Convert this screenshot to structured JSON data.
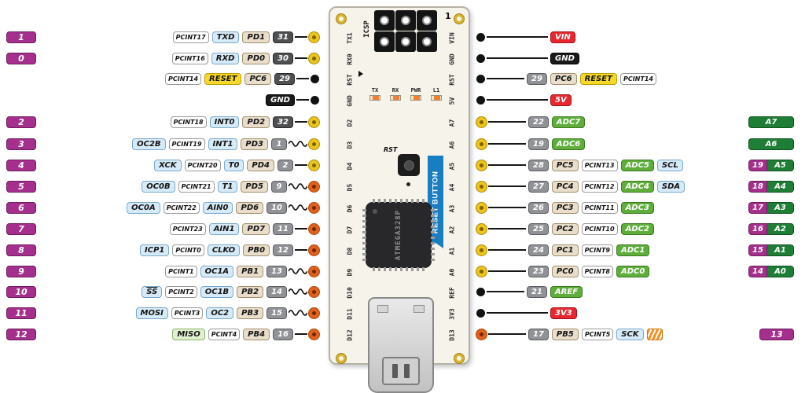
{
  "palette": {
    "digital_pin_magenta": "#a42f8c",
    "chip_pin_gray": "#909295",
    "chip_pin_dark": "#4f5052",
    "function_blue": "#d7eaf8",
    "port_tan": "#e9decb",
    "pcint_white": "#ffffff",
    "reset_yellow": "#f8d829",
    "ground_black": "#19191b",
    "power_red": "#e8272e",
    "adc_green": "#5fae3c",
    "analog_dark_green": "#1e7e36",
    "hole_yellow": "#edc41c",
    "hole_orange": "#e2601c",
    "ribbon_blue": "#187dc1"
  },
  "board": {
    "icsp_label": "ICSP",
    "icsp_pin1": "1",
    "left_edge_labels": [
      "TX1",
      "RX0",
      "RST",
      "GND",
      "D2",
      "D3",
      "D4",
      "D5",
      "D6",
      "D7",
      "D8",
      "D9",
      "D10",
      "D11",
      "D12"
    ],
    "right_edge_labels": [
      "VIN",
      "GND",
      "RST",
      "5V",
      "A7",
      "A6",
      "A5",
      "A4",
      "A3",
      "A2",
      "A1",
      "A0",
      "REF",
      "3V3",
      "D13"
    ],
    "status_labels": [
      "TX",
      "RX",
      "PWR",
      "L1"
    ],
    "rst_label": "RST",
    "reset_button_label": "RESET BUTTON",
    "chip_label": "ATMEGA328P"
  },
  "left_rows": [
    {
      "pin": "1",
      "badges": [
        {
          "t": "PCINT17",
          "c": "pcint"
        },
        {
          "t": "TXD",
          "c": "func"
        },
        {
          "t": "PD1",
          "c": "port"
        },
        {
          "t": "31",
          "c": "chip-dark"
        }
      ],
      "pwm": false,
      "dot": "yellow"
    },
    {
      "pin": "0",
      "badges": [
        {
          "t": "PCINT16",
          "c": "pcint"
        },
        {
          "t": "RXD",
          "c": "func"
        },
        {
          "t": "PD0",
          "c": "port"
        },
        {
          "t": "30",
          "c": "chip-dark"
        }
      ],
      "pwm": false,
      "dot": "yellow"
    },
    {
      "pin": null,
      "badges": [
        {
          "t": "PCINT14",
          "c": "pcint"
        },
        {
          "t": "RESET",
          "c": "reset"
        },
        {
          "t": "PC6",
          "c": "port"
        },
        {
          "t": "29",
          "c": "chip-dark"
        }
      ],
      "pwm": false,
      "dot": "black"
    },
    {
      "pin": null,
      "badges": [
        {
          "t": "GND",
          "c": "gnd"
        }
      ],
      "pwm": false,
      "dot": "black"
    },
    {
      "pin": "2",
      "badges": [
        {
          "t": "PCINT18",
          "c": "pcint"
        },
        {
          "t": "INT0",
          "c": "func"
        },
        {
          "t": "PD2",
          "c": "port"
        },
        {
          "t": "32",
          "c": "chip-dark"
        }
      ],
      "pwm": false,
      "dot": "yellow"
    },
    {
      "pin": "3",
      "badges": [
        {
          "t": "OC2B",
          "c": "func"
        },
        {
          "t": "PCINT19",
          "c": "pcint"
        },
        {
          "t": "INT1",
          "c": "func"
        },
        {
          "t": "PD3",
          "c": "port"
        },
        {
          "t": "1",
          "c": "chip"
        }
      ],
      "pwm": true,
      "dot": "yellow"
    },
    {
      "pin": "4",
      "badges": [
        {
          "t": "XCK",
          "c": "func"
        },
        {
          "t": "PCINT20",
          "c": "pcint"
        },
        {
          "t": "T0",
          "c": "func"
        },
        {
          "t": "PD4",
          "c": "port"
        },
        {
          "t": "2",
          "c": "chip"
        }
      ],
      "pwm": false,
      "dot": "yellow"
    },
    {
      "pin": "5",
      "badges": [
        {
          "t": "OC0B",
          "c": "func"
        },
        {
          "t": "PCINT21",
          "c": "pcint"
        },
        {
          "t": "T1",
          "c": "func"
        },
        {
          "t": "PD5",
          "c": "port"
        },
        {
          "t": "9",
          "c": "chip"
        }
      ],
      "pwm": true,
      "dot": "orange"
    },
    {
      "pin": "6",
      "badges": [
        {
          "t": "OC0A",
          "c": "func"
        },
        {
          "t": "PCINT22",
          "c": "pcint"
        },
        {
          "t": "AIN0",
          "c": "func"
        },
        {
          "t": "PD6",
          "c": "port"
        },
        {
          "t": "10",
          "c": "chip"
        }
      ],
      "pwm": true,
      "dot": "orange"
    },
    {
      "pin": "7",
      "badges": [
        {
          "t": "PCINT23",
          "c": "pcint"
        },
        {
          "t": "AIN1",
          "c": "func"
        },
        {
          "t": "PD7",
          "c": "port"
        },
        {
          "t": "11",
          "c": "chip"
        }
      ],
      "pwm": false,
      "dot": "orange"
    },
    {
      "pin": "8",
      "badges": [
        {
          "t": "ICP1",
          "c": "func"
        },
        {
          "t": "PCINT0",
          "c": "pcint"
        },
        {
          "t": "CLKO",
          "c": "func"
        },
        {
          "t": "PB0",
          "c": "port"
        },
        {
          "t": "12",
          "c": "chip"
        }
      ],
      "pwm": false,
      "dot": "orange"
    },
    {
      "pin": "9",
      "badges": [
        {
          "t": "PCINT1",
          "c": "pcint"
        },
        {
          "t": "OC1A",
          "c": "func"
        },
        {
          "t": "PB1",
          "c": "port"
        },
        {
          "t": "13",
          "c": "chip"
        }
      ],
      "pwm": true,
      "dot": "orange"
    },
    {
      "pin": "10",
      "badges": [
        {
          "t": "SS",
          "c": "func-ol"
        },
        {
          "t": "PCINT2",
          "c": "pcint"
        },
        {
          "t": "OC1B",
          "c": "func"
        },
        {
          "t": "PB2",
          "c": "port"
        },
        {
          "t": "14",
          "c": "chip"
        }
      ],
      "pwm": true,
      "dot": "orange"
    },
    {
      "pin": "11",
      "badges": [
        {
          "t": "MOSI",
          "c": "func"
        },
        {
          "t": "PCINT3",
          "c": "pcint"
        },
        {
          "t": "OC2",
          "c": "func"
        },
        {
          "t": "PB3",
          "c": "port"
        },
        {
          "t": "15",
          "c": "chip"
        }
      ],
      "pwm": true,
      "dot": "orange"
    },
    {
      "pin": "12",
      "badges": [
        {
          "t": "MISO",
          "c": "func-green"
        },
        {
          "t": "PCINT4",
          "c": "pcint"
        },
        {
          "t": "PB4",
          "c": "port"
        },
        {
          "t": "16",
          "c": "chip"
        }
      ],
      "pwm": false,
      "dot": "orange"
    }
  ],
  "right_rows": [
    {
      "dot": "black",
      "long": true,
      "badges": [
        {
          "t": "VIN",
          "c": "power"
        }
      ],
      "far": null
    },
    {
      "dot": "black",
      "long": true,
      "badges": [
        {
          "t": "GND",
          "c": "gnd"
        }
      ],
      "far": null
    },
    {
      "dot": "black",
      "long": false,
      "badges": [
        {
          "t": "29",
          "c": "chip"
        },
        {
          "t": "PC6",
          "c": "port"
        },
        {
          "t": "RESET",
          "c": "reset"
        },
        {
          "t": "PCINT14",
          "c": "pcint"
        }
      ],
      "far": null
    },
    {
      "dot": "black",
      "long": true,
      "badges": [
        {
          "t": "5V",
          "c": "power"
        }
      ],
      "far": null
    },
    {
      "dot": "yellow",
      "long": false,
      "badges": [
        {
          "t": "22",
          "c": "chip"
        },
        {
          "t": "ADC7",
          "c": "adc"
        }
      ],
      "far": {
        "type": "analog",
        "label": "A7"
      }
    },
    {
      "dot": "yellow",
      "long": false,
      "badges": [
        {
          "t": "19",
          "c": "chip"
        },
        {
          "t": "ADC6",
          "c": "adc"
        }
      ],
      "far": {
        "type": "analog",
        "label": "A6"
      }
    },
    {
      "dot": "yellow",
      "long": false,
      "badges": [
        {
          "t": "28",
          "c": "chip"
        },
        {
          "t": "PC5",
          "c": "port"
        },
        {
          "t": "PCINT13",
          "c": "pcint"
        },
        {
          "t": "ADC5",
          "c": "adc"
        },
        {
          "t": "SCL",
          "c": "func"
        }
      ],
      "far": {
        "type": "split",
        "num": "19",
        "label": "A5"
      }
    },
    {
      "dot": "yellow",
      "long": false,
      "badges": [
        {
          "t": "27",
          "c": "chip"
        },
        {
          "t": "PC4",
          "c": "port"
        },
        {
          "t": "PCINT12",
          "c": "pcint"
        },
        {
          "t": "ADC4",
          "c": "adc"
        },
        {
          "t": "SDA",
          "c": "func"
        }
      ],
      "far": {
        "type": "split",
        "num": "18",
        "label": "A4"
      }
    },
    {
      "dot": "yellow",
      "long": false,
      "badges": [
        {
          "t": "26",
          "c": "chip"
        },
        {
          "t": "PC3",
          "c": "port"
        },
        {
          "t": "PCINT11",
          "c": "pcint"
        },
        {
          "t": "ADC3",
          "c": "adc"
        }
      ],
      "far": {
        "type": "split",
        "num": "17",
        "label": "A3"
      }
    },
    {
      "dot": "yellow",
      "long": false,
      "badges": [
        {
          "t": "25",
          "c": "chip"
        },
        {
          "t": "PC2",
          "c": "port"
        },
        {
          "t": "PCINT10",
          "c": "pcint"
        },
        {
          "t": "ADC2",
          "c": "adc"
        }
      ],
      "far": {
        "type": "split",
        "num": "16",
        "label": "A2"
      }
    },
    {
      "dot": "yellow",
      "long": false,
      "badges": [
        {
          "t": "24",
          "c": "chip"
        },
        {
          "t": "PC1",
          "c": "port"
        },
        {
          "t": "PCINT9",
          "c": "pcint"
        },
        {
          "t": "ADC1",
          "c": "adc"
        }
      ],
      "far": {
        "type": "split",
        "num": "15",
        "label": "A1"
      }
    },
    {
      "dot": "yellow",
      "long": false,
      "badges": [
        {
          "t": "23",
          "c": "chip"
        },
        {
          "t": "PC0",
          "c": "port"
        },
        {
          "t": "PCINT8",
          "c": "pcint"
        },
        {
          "t": "ADC0",
          "c": "adc"
        }
      ],
      "far": {
        "type": "split",
        "num": "14",
        "label": "A0"
      }
    },
    {
      "dot": "black",
      "long": false,
      "badges": [
        {
          "t": "21",
          "c": "chip"
        },
        {
          "t": "AREF",
          "c": "adc"
        }
      ],
      "far": null
    },
    {
      "dot": "black",
      "long": true,
      "badges": [
        {
          "t": "3V3",
          "c": "power"
        }
      ],
      "far": null
    },
    {
      "dot": "orange",
      "long": false,
      "badges": [
        {
          "t": "17",
          "c": "chip"
        },
        {
          "t": "PB5",
          "c": "port"
        },
        {
          "t": "PCINT5",
          "c": "pcint"
        },
        {
          "t": "SCK",
          "c": "func"
        }
      ],
      "led": true,
      "far": {
        "type": "arduino",
        "label": "13"
      }
    }
  ]
}
